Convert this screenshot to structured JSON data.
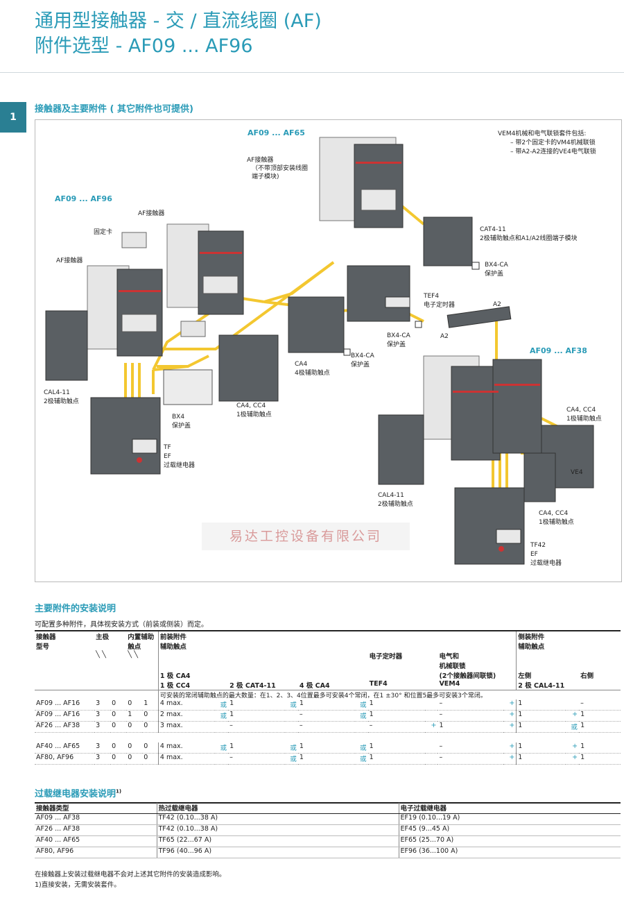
{
  "title_line1": "通用型接触器 - 交 / 直流线圈 (AF)",
  "title_line2": "附件选型 - AF09 ... AF96",
  "tab_number": "1",
  "section_diagram": "接触器及主要附件 ( 其它附件也可提供)",
  "diagram_labels": {
    "af09_af65": "AF09 ... AF65",
    "af09_af96": "AF09 ... AF96",
    "af09_af38": "AF09 ... AF38",
    "af_contactor_top": "AF接触器",
    "af_contactor_top_note1": "（不带顶部安装线圈",
    "af_contactor_top_note2": "端子模块)",
    "af_contactor_mid": "AF接触器",
    "af_contactor_left": "AF接触器",
    "fixing_clip": "固定卡",
    "vem4_note1": "VEM4机械和电气联锁套件包括:",
    "vem4_note2": "– 带2个固定卡的VM4机械联锁",
    "vem4_note3": "– 带A2-A2连接的VE4电气联锁",
    "cat4_11": "CAT4-11",
    "cat4_11_desc": "2极辅助触点和A1/A2线圈端子模块",
    "bx4_ca_1": "BX4-CA",
    "bx4_ca_1_desc": "保护盖",
    "tef4": "TEF4",
    "tef4_desc": "电子定时器",
    "a2_top": "A2",
    "a2_left": "A2",
    "bx4_ca_2": "BX4-CA",
    "bx4_ca_2_desc": "保护盖",
    "bx4_ca_3": "BX4-CA",
    "bx4_ca_3_desc": "保护盖",
    "ca4": "CA4",
    "ca4_desc": "4极辅助触点",
    "cal4_11_left": "CAL4-11",
    "cal4_11_left_desc": "2极辅助触点",
    "bx4": "BX4",
    "bx4_desc": "保护盖",
    "ca4_cc4_mid": "CA4, CC4",
    "ca4_cc4_mid_desc": "1极辅助触点",
    "tf_ef_1": "TF",
    "tf_ef_2": "EF",
    "tf_ef_desc": "过载继电器",
    "ca4_cc4_right": "CA4, CC4",
    "ca4_cc4_right_desc": "1极辅助触点",
    "ve4": "VE4",
    "cal4_11_right": "CAL4-11",
    "cal4_11_right_desc": "2极辅助触点",
    "ca4_cc4_bottom": "CA4, CC4",
    "ca4_cc4_bottom_desc": "1极辅助触点",
    "tf42": "TF42",
    "ef": "EF",
    "tf42_desc": "过载继电器",
    "watermark": "易达工控设备有限公司"
  },
  "section_install": "主要附件的安装说明",
  "install_intro": "可配置多种附件，具体视安装方式（前装或侧装）而定。",
  "table1": {
    "h_contactor": "接触器",
    "h_model": "型号",
    "h_main": "主极",
    "h_builtin": "内置辅助",
    "h_contacts": "触点",
    "h_front": "前装附件",
    "h_aux": "辅助触点",
    "h_timer": "电子定时器",
    "h_interlock1": "电气和",
    "h_interlock2": "机械联锁",
    "h_interlock3": "(2个接触器间联锁)",
    "h_side": "侧装附件",
    "h_side_aux": "辅助触点",
    "h_1pole_ca4": "1 极 CA4",
    "h_1pole_cc4": "1 极 CC4",
    "h_2pole_cat": "2 极 CAT4-11",
    "h_4pole_ca4": "4 极 CA4",
    "h_tef4": "TEF4",
    "h_vem4": "VEM4",
    "h_left": "左侧",
    "h_2pole_cal": "2 极 CAL4-11",
    "h_right": "右侧",
    "note_row": "可安装的常闭辅助触点的最大数量：在1、2、3、4位置最多可安装4个常闭，在1 ±30° 和位置5最多可安装3个常闭。",
    "rows": [
      {
        "model": "AF09 ... AF16",
        "m1": "3",
        "m2": "0",
        "b1": "0",
        "b2": "1",
        "c1": "4 max.",
        "o1": "或",
        "c2": "1",
        "o2": "或",
        "c3": "1",
        "o3": "或",
        "c4": "1",
        "o4": "",
        "c5": "–",
        "p1": "+",
        "c6": "1",
        "p2": "",
        "c7": "–"
      },
      {
        "model": "AF09 ... AF16",
        "m1": "3",
        "m2": "0",
        "b1": "1",
        "b2": "0",
        "c1": "2 max.",
        "o1": "或",
        "c2": "1",
        "o2": "",
        "c3": "–",
        "o3": "或",
        "c4": "1",
        "o4": "",
        "c5": "–",
        "p1": "+",
        "c6": "1",
        "p2": "+",
        "c7": "1"
      },
      {
        "model": "AF26 ... AF38",
        "m1": "3",
        "m2": "0",
        "b1": "0",
        "b2": "0",
        "c1": "3 max.",
        "o1": "",
        "c2": "–",
        "o2": "",
        "c3": "–",
        "o3": "",
        "c4": "–",
        "o4": "+",
        "c5": "1",
        "p1": "+",
        "c6": "1",
        "p2": "或",
        "c7": "1"
      },
      {
        "model": "AF40 ... AF65",
        "m1": "3",
        "m2": "0",
        "b1": "0",
        "b2": "0",
        "c1": "4 max.",
        "o1": "或",
        "c2": "1",
        "o2": "或",
        "c3": "1",
        "o3": "或",
        "c4": "1",
        "o4": "",
        "c5": "–",
        "p1": "+",
        "c6": "1",
        "p2": "+",
        "c7": "1"
      },
      {
        "model": "AF80, AF96",
        "m1": "3",
        "m2": "0",
        "b1": "0",
        "b2": "0",
        "c1": "4 max.",
        "o1": "",
        "c2": "–",
        "o2": "或",
        "c3": "1",
        "o3": "或",
        "c4": "1",
        "o4": "",
        "c5": "–",
        "p1": "+",
        "c6": "1",
        "p2": "+",
        "c7": "1"
      }
    ]
  },
  "section_overload": "过载继电器安装说明",
  "section_overload_sup": "1)",
  "table2": {
    "h1": "接触器类型",
    "h2": "热过载继电器",
    "h3": "电子过载继电器",
    "rows": [
      {
        "a": "AF09 ... AF38",
        "b": "TF42 (0.10...38 A)",
        "c": "EF19 (0.10...19 A)"
      },
      {
        "a": "AF26 ... AF38",
        "b": "TF42 (0.10...38 A)",
        "c": "EF45 (9...45 A)"
      },
      {
        "a": "AF40 ... AF65",
        "b": "TF65 (22...67 A)",
        "c": "EF65 (25...70 A)"
      },
      {
        "a": "AF80, AF96",
        "b": "TF96 (40...96 A)",
        "c": "EF96 (36...100 A)"
      }
    ]
  },
  "footnote1": "在接触器上安装过载继电器不会对上述其它附件的安装造成影响。",
  "footnote2": "1)直接安装，无需安装套件。",
  "colors": {
    "accent": "#2a9bb7",
    "tab": "#2a7f93",
    "device_dark": "#5a5f63",
    "device_light": "#e8e8e8",
    "yellow": "#f2c21a"
  }
}
